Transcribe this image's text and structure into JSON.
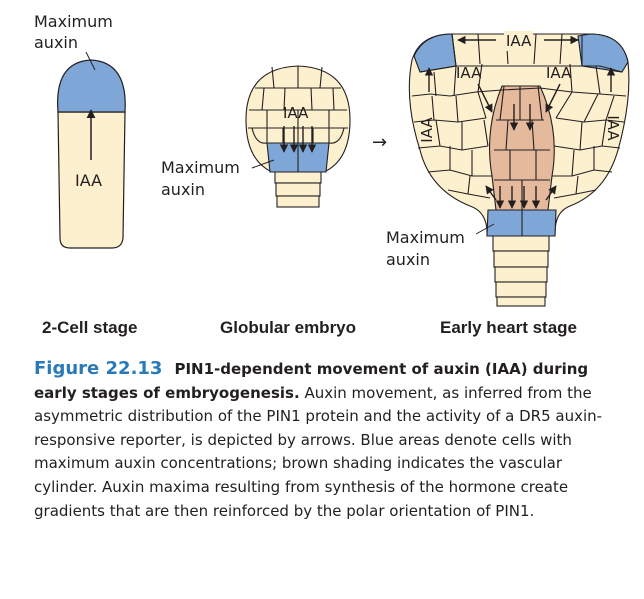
{
  "labels": {
    "cell2_max": "Maximum",
    "cell2_max2": "auxin",
    "cell2_iaa": "IAA",
    "glob_iaa": "IAA",
    "glob_max": "Maximum",
    "glob_max2": "auxin",
    "heart_iaa_top": "IAA",
    "heart_iaa_left_in": "IAA",
    "heart_iaa_right_in": "IAA",
    "heart_iaa_left_side": "IAA",
    "heart_iaa_right_side": "IAA",
    "heart_max": "Maximum",
    "heart_max2": "auxin",
    "transition_arrow": "→"
  },
  "stages": [
    "2-Cell stage",
    "Globular embryo",
    "Early heart stage"
  ],
  "caption": {
    "figure_number": "Figure 22.13",
    "title": "PIN1-dependent movement of auxin (IAA) during early stages of embryogenesis.",
    "body": "Auxin movement, as inferred from the asymmetric distribution of the PIN1 protein and the activity of a DR5 auxin-responsive reporter, is depicted by arrows. Blue areas denote cells with maximum auxin concentrations; brown shading indicates the vascular cylinder. Auxin maxima resulting from synthesis of the hormone create gradients that are then reinforced by the polar orientation of PIN1."
  },
  "colors": {
    "cell_fill": "#fdf0cf",
    "auxin_max": "#7ea7d8",
    "vascular": "#e5b99b",
    "outline": "#231f20",
    "figure_number": "#2a7ab8"
  }
}
